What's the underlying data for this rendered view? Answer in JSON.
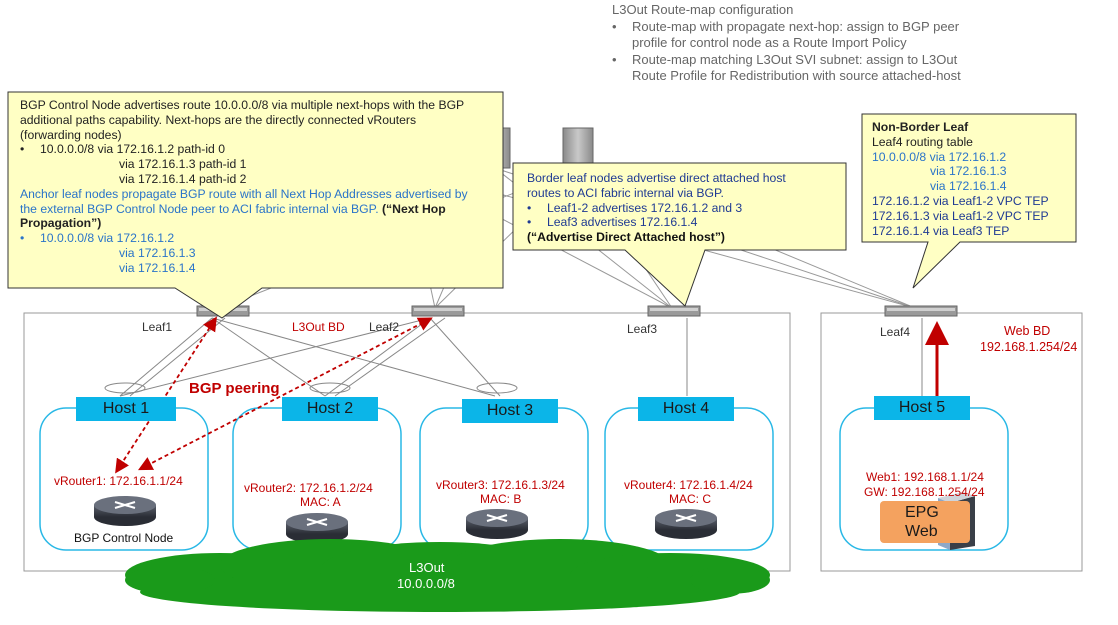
{
  "top_note": {
    "title": "L3Out Route-map configuration",
    "bullets": [
      [
        "Route-map with propagate next-hop: assign to BGP peer",
        "profile for control node as a Route Import Policy"
      ],
      [
        "Route-map matching L3Out SVI subnet: assign to L3Out",
        "Route Profile for Redistribution with source attached-host"
      ]
    ]
  },
  "callout_bgp": {
    "line1": "BGP Control Node advertises route 10.0.0.0/8 via multiple next-hops with the BGP",
    "line2": "additional paths capability. Next-hops are the directly connected vRouters",
    "line3": "(forwarding nodes)",
    "route_bullet": "10.0.0.0/8 via 172.16.1.2 path-id 0",
    "route_via2": "via 172.16.1.3 path-id 1",
    "route_via3": "via 172.16.1.4 path-id 2",
    "anchor_line1": "Anchor leaf nodes propagate BGP route with all Next Hop Addresses advertised by",
    "anchor_line2": "the external BGP Control Node peer to ACI fabric internal via BGP.",
    "anchor_bold1": "(“Next Hop",
    "anchor_bold2": "Propagation”)",
    "prop_bullet": "10.0.0.0/8 via 172.16.1.2",
    "prop_via2": "via 172.16.1.3",
    "prop_via3": "via 172.16.1.4"
  },
  "callout_border": {
    "line1": "Border leaf nodes advertise direct attached host",
    "line2": "routes to ACI fabric internal via BGP.",
    "bullet1": "Leaf1-2 advertises 172.16.1.2 and 3",
    "bullet2": "Leaf3 advertises 172.16.1.4",
    "bold": "(“Advertise Direct Attached host”)"
  },
  "callout_nonborder": {
    "title": "Non-Border Leaf",
    "subtitle": "Leaf4 routing table",
    "route1": "10.0.0.0/8 via 172.16.1.2",
    "route2": "via 172.16.1.3",
    "route3": "via 172.16.1.4",
    "tep1": "172.16.1.2 via Leaf1-2 VPC TEP",
    "tep2": "172.16.1.3 via Leaf1-2 VPC TEP",
    "tep3": "172.16.1.4 via Leaf3 TEP"
  },
  "leaves": {
    "leaf1": "Leaf1",
    "leaf2": "Leaf2",
    "leaf3": "Leaf3",
    "leaf4": "Leaf4"
  },
  "l3out_bd": "L3Out BD",
  "bgp_peering": "BGP peering",
  "web_bd": {
    "name": "Web BD",
    "subnet": "192.168.1.254/24"
  },
  "hosts": [
    {
      "name": "Host 1",
      "vrouter": "vRouter1: 172.16.1.1/24",
      "role": "BGP Control Node"
    },
    {
      "name": "Host 2",
      "vrouter": "vRouter2: 172.16.1.2/24",
      "mac": "MAC: A"
    },
    {
      "name": "Host 3",
      "vrouter": "vRouter3: 172.16.1.3/24",
      "mac": "MAC: B"
    },
    {
      "name": "Host 4",
      "vrouter": "vRouter4: 172.16.1.4/24",
      "mac": "MAC: C"
    },
    {
      "name": "Host 5",
      "web": "Web1: 192.168.1.1/24",
      "gw": "GW: 192.168.1.254/24",
      "epg1": "EPG",
      "epg2": "Web"
    }
  ],
  "l3out_cloud": {
    "name": "L3Out",
    "subnet": "10.0.0.0/8"
  },
  "colors": {
    "callout_fill": "#ffffc4",
    "host_label": "#0bb5e8",
    "host_border": "#29b8e6",
    "cloud": "#1a9a1a",
    "red": "#c00000",
    "blue": "#2a74c9",
    "epg": "#f4a25f"
  }
}
